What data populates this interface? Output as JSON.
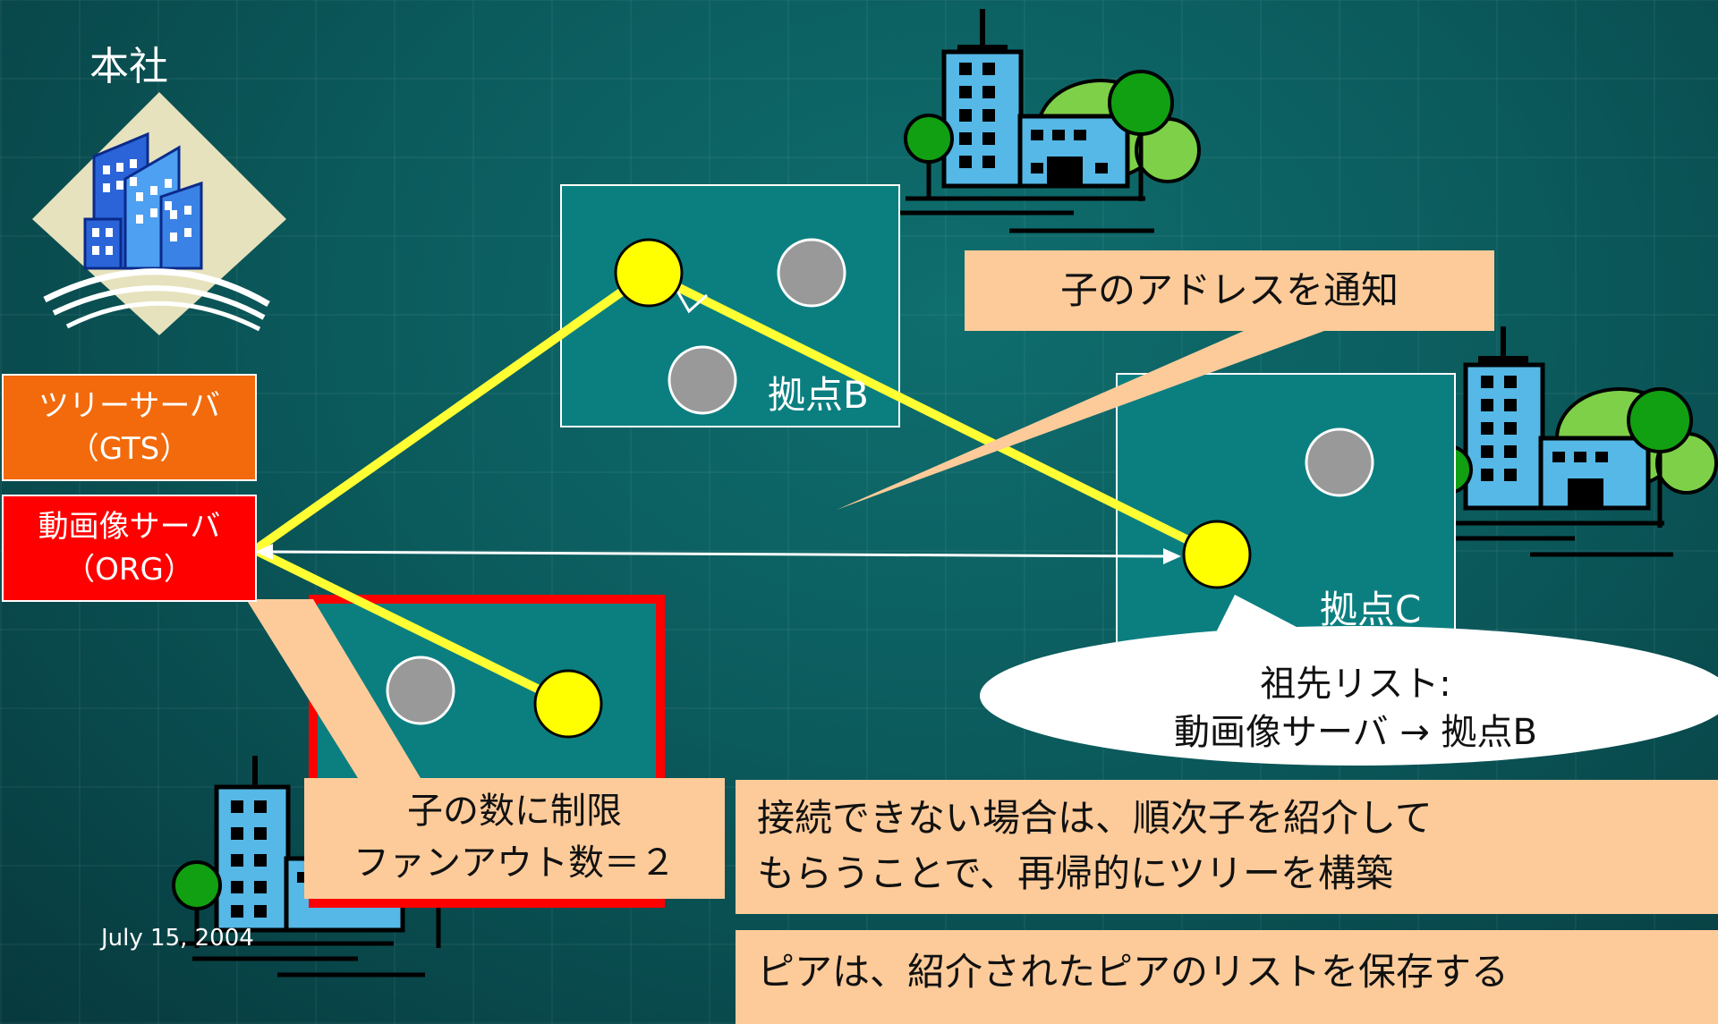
{
  "hq": {
    "label": "本社"
  },
  "servers": {
    "tree": {
      "line1": "ツリーサーバ",
      "line2": "（GTS）"
    },
    "video": {
      "line1": "動画像サーバ",
      "line2": "（ORG）"
    }
  },
  "sites": {
    "b": "拠点B",
    "c": "拠点C"
  },
  "callouts": {
    "notify": "子のアドレスを通知",
    "fanout_line1": "子の数に制限",
    "fanout_line2": "ファンアウト数＝２",
    "ancestor_line1": "祖先リスト:",
    "ancestor_line2": "動画像サーバ → 拠点B"
  },
  "notes": {
    "reconnect_line1": "接続できない場合は、順次子を紹介して",
    "reconnect_line2": "もらうことで、再帰的にツリーを構築",
    "save": "ピアは、紹介されたピアのリストを保存する"
  },
  "footer": {
    "date": "July 15, 2004"
  },
  "colors": {
    "peer_active": "#ffff00",
    "peer_idle": "#999999",
    "tree_server": "#f26a0b",
    "video_server": "#ff0000",
    "callout": "#fdcb9a",
    "link": "#ffff33"
  }
}
